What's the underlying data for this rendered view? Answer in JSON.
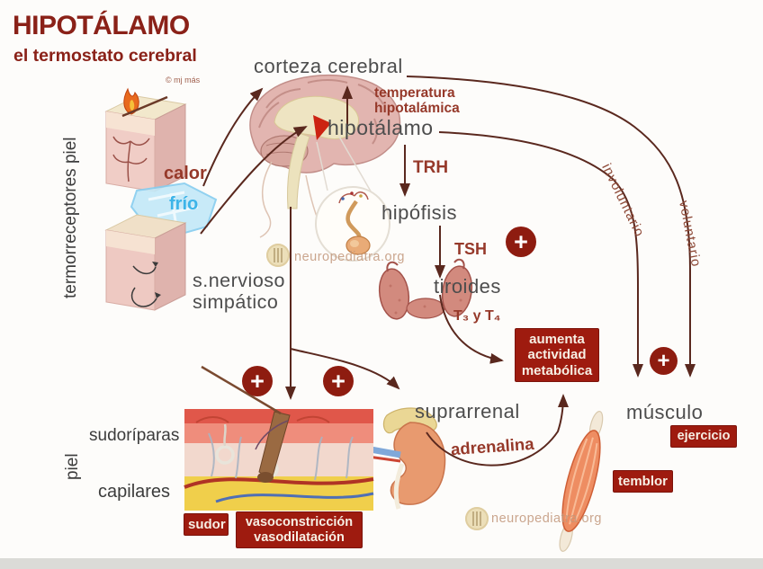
{
  "colors": {
    "title_red": "#8a2118",
    "label_gray": "#4d4d4d",
    "accent_red": "#96392a",
    "box_red": "#9e1b0f",
    "frio_blue": "#3db4e8",
    "arrow_brown": "#5a281e"
  },
  "header": {
    "title": "HIPOTÁLAMO",
    "subtitle": "el termostato cerebral",
    "credit": "© mj más"
  },
  "receptors": {
    "vertical_label": "termorreceptores piel",
    "calor": "calor",
    "frio": "frío"
  },
  "brain": {
    "corteza": "corteza cerebral",
    "temperatura": "temperatura hipotalámica",
    "hipotalamo": "hipotálamo"
  },
  "axis": {
    "trh": "TRH",
    "hipofisis": "hipófisis",
    "tsh": "TSH",
    "tiroides": "tiroides",
    "t3t4": "T₃ y T₄"
  },
  "sympathetic": {
    "label": "s.nervioso simpático"
  },
  "skin": {
    "vertical_label": "piel",
    "sudoriparas": "sudoríparas",
    "capilares": "capilares",
    "sudor": "sudor",
    "vaso": "vasoconstricción vasodilatación"
  },
  "adrenal": {
    "suprarrenal": "suprarrenal",
    "adrenalina": "adrenalina"
  },
  "muscle": {
    "musculo": "músculo",
    "ejercicio": "ejercicio",
    "temblor": "temblor",
    "involuntario": "involuntario",
    "voluntario": "voluntario"
  },
  "effects": {
    "aumenta": "aumenta actividad metabólica"
  },
  "watermark": {
    "text": "neuropediatra.org"
  },
  "icons": {
    "plus": "+"
  }
}
